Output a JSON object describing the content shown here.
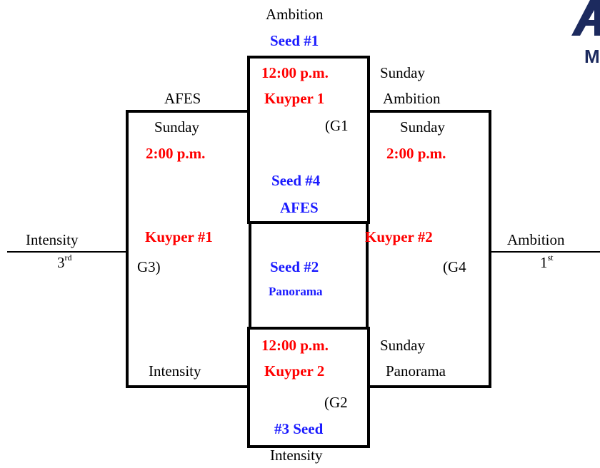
{
  "game1": {
    "team_top": "Ambition",
    "seed_top": "Seed #1",
    "time": "12:00 p.m.",
    "field": "Kuyper 1",
    "label": "(G1",
    "seed_bottom": "Seed #4",
    "team_bottom": "AFES"
  },
  "game2": {
    "time": "12:00 p.m.",
    "field": "Kuyper 2",
    "label": "(G2",
    "seed": "#3 Seed",
    "team_bottom": "Intensity"
  },
  "game3": {
    "team_top": "AFES",
    "day": "Sunday",
    "time": "2:00 p.m.",
    "field": "Kuyper #1",
    "label": "G3)",
    "team_bottom": "Intensity"
  },
  "game4": {
    "day_top": "Sunday",
    "team_top": "Ambition",
    "day": "Sunday",
    "time": "2:00 p.m.",
    "field": "Kuyper #2",
    "label": "(G4",
    "day_bottom": "Sunday",
    "team_bottom": "Panorama"
  },
  "center": {
    "seed": "Seed #2",
    "team": "Panorama"
  },
  "results": {
    "left_team": "Intensity",
    "left_place": "3",
    "left_suffix": "rd",
    "right_team": "Ambition",
    "right_place": "1",
    "right_suffix": "st"
  },
  "logo": {
    "glyph": "M"
  }
}
